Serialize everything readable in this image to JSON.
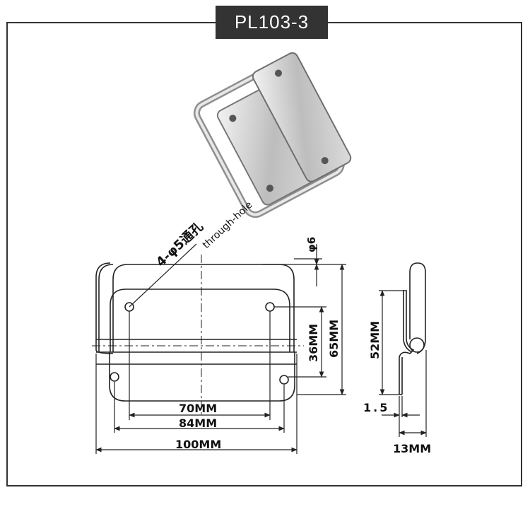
{
  "title": "PL103-3",
  "labels": {
    "hole_spec": "4-φ5通孔",
    "hole_note": "through-hole",
    "wire_dia": "φ6",
    "w70": "70MM",
    "w84": "84MM",
    "w100": "100MM",
    "h36": "36MM",
    "h65": "65MM",
    "h52": "52MM",
    "t15": "1.5",
    "d13": "13MM"
  },
  "colors": {
    "badge": "#333333",
    "line": "#222222",
    "metal_light": "#e6e6e6",
    "metal_dark": "#8a8a8a"
  }
}
